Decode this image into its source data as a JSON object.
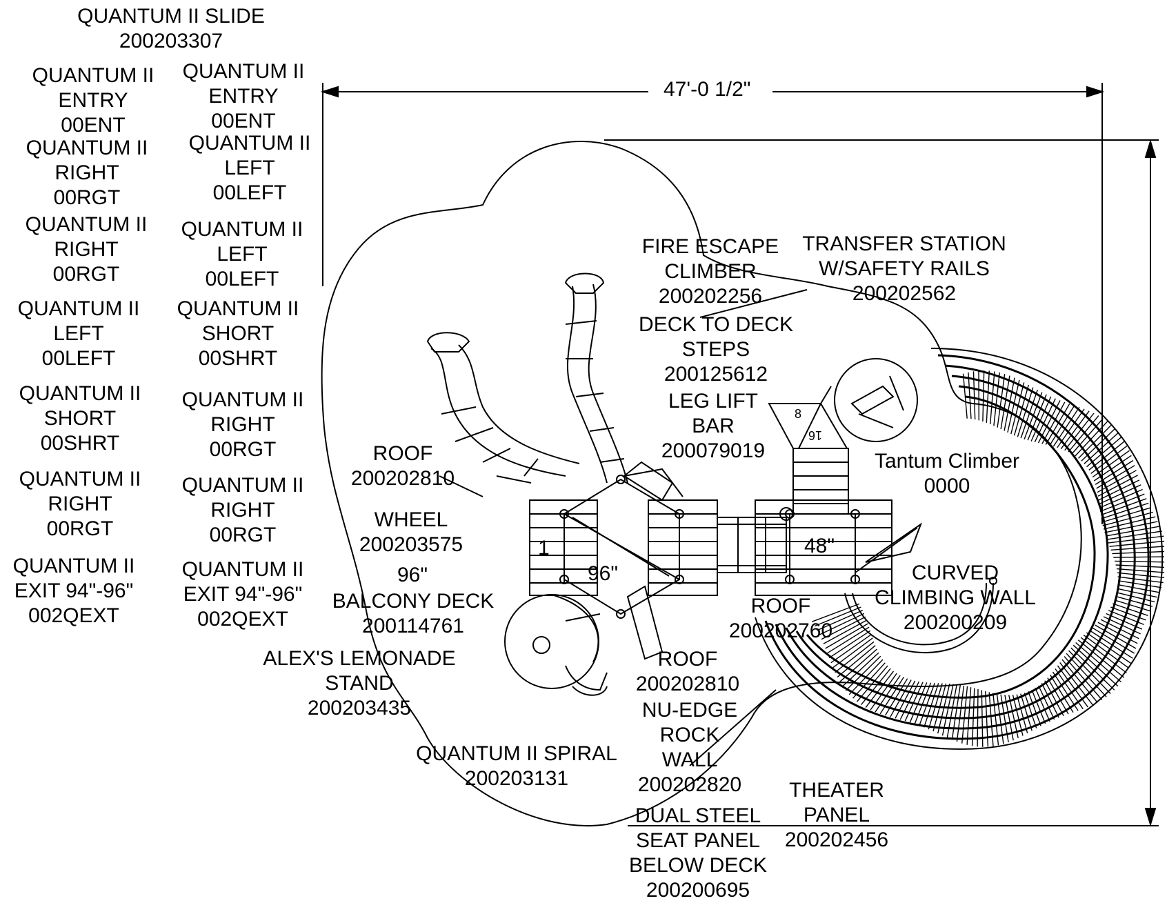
{
  "dimensions": {
    "overall_width": "47'-0 1/2\"",
    "deck_height_a": "96\"",
    "deck_height_b": "48\"",
    "deck_height_c": "96\""
  },
  "deck_numbers": {
    "n1": "1",
    "n8": "8",
    "n16": "16"
  },
  "labels": {
    "quantum_slide": [
      "QUANTUM II SLIDE",
      "200203307"
    ],
    "entry_left": [
      "QUANTUM II",
      "ENTRY",
      "00ENT"
    ],
    "entry_right": [
      "QUANTUM II",
      "ENTRY",
      "00ENT"
    ],
    "right_1": [
      "QUANTUM II",
      "RIGHT",
      "00RGT"
    ],
    "left_1": [
      "QUANTUM II",
      "LEFT",
      "00LEFT"
    ],
    "right_2": [
      "QUANTUM II",
      "RIGHT",
      "00RGT"
    ],
    "left_2": [
      "QUANTUM II",
      "LEFT",
      "00LEFT"
    ],
    "left_3": [
      "QUANTUM II",
      "LEFT",
      "00LEFT"
    ],
    "short_1": [
      "QUANTUM II",
      "SHORT",
      "00SHRT"
    ],
    "short_2": [
      "QUANTUM II",
      "SHORT",
      "00SHRT"
    ],
    "right_3": [
      "QUANTUM II",
      "RIGHT",
      "00RGT"
    ],
    "right_4": [
      "QUANTUM II",
      "RIGHT",
      "00RGT"
    ],
    "right_5": [
      "QUANTUM II",
      "RIGHT",
      "00RGT"
    ],
    "exit_1": [
      "QUANTUM II",
      "EXIT 94\"-96\"",
      "002QEXT"
    ],
    "exit_2": [
      "QUANTUM II",
      "EXIT 94\"-96\"",
      "002QEXT"
    ],
    "roof_1": [
      "ROOF",
      "200202810"
    ],
    "wheel": [
      "WHEEL",
      "200203575"
    ],
    "balcony": [
      "BALCONY DECK",
      "200114761"
    ],
    "lemonade": [
      "ALEX'S LEMONADE",
      "STAND",
      "200203435"
    ],
    "spiral": [
      "QUANTUM II SPIRAL",
      "200203131"
    ],
    "fire_escape": [
      "FIRE ESCAPE",
      "CLIMBER",
      "200202256"
    ],
    "deck_steps": [
      "DECK TO DECK",
      "STEPS",
      "200125612"
    ],
    "leg_lift": [
      "LEG LIFT",
      "BAR",
      "200079019"
    ],
    "transfer": [
      "TRANSFER STATION",
      "W/SAFETY RAILS",
      "200202562"
    ],
    "tantum": [
      "Tantum Climber",
      "0000"
    ],
    "curved_wall": [
      "CURVED",
      "CLIMBING WALL",
      "200200209"
    ],
    "roof_2": [
      "ROOF",
      "200202760"
    ],
    "roof_3": [
      "ROOF",
      "200202810"
    ],
    "nu_edge": [
      "NU-EDGE",
      "ROCK",
      "WALL",
      "200202820"
    ],
    "dual_steel": [
      "DUAL STEEL",
      "SEAT PANEL",
      "BELOW DECK",
      "200200695"
    ],
    "theater": [
      "THEATER",
      "PANEL",
      "200202456"
    ]
  }
}
